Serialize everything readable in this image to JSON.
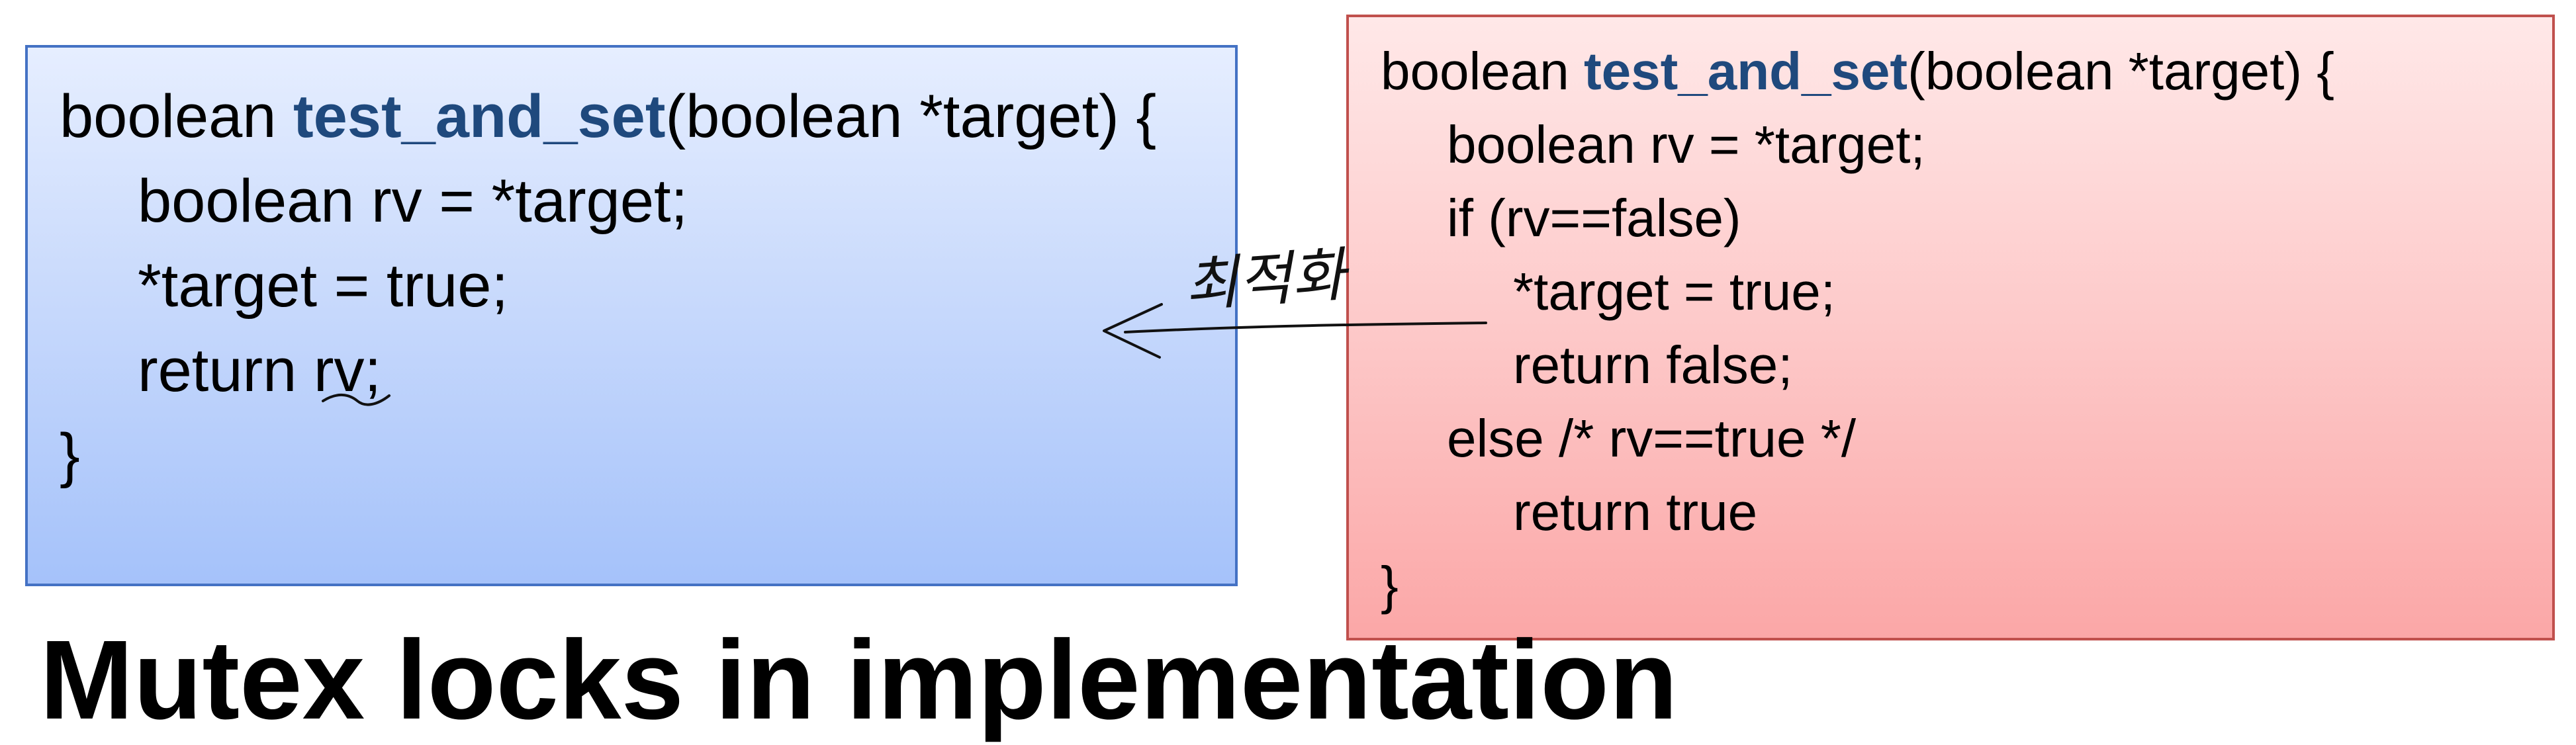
{
  "left_box": {
    "lines": [
      {
        "pre": "boolean ",
        "fn": "test_and_set",
        "post": "(boolean *target) {"
      },
      {
        "text": "boolean rv = *target;"
      },
      {
        "text": "*target = true;"
      },
      {
        "text": "return rv;"
      },
      {
        "text": "}"
      }
    ]
  },
  "right_box": {
    "lines": [
      {
        "pre": "boolean ",
        "fn": "test_and_set",
        "post": "(boolean *target) {"
      },
      {
        "text": "boolean rv = *target;"
      },
      {
        "text": "if (rv==false)"
      },
      {
        "text": "*target = true;"
      },
      {
        "text": "return false;"
      },
      {
        "text": "else /* rv==true */"
      },
      {
        "text": "return true"
      },
      {
        "text": "}"
      }
    ]
  },
  "annotation": {
    "handwritten_text": "최적화",
    "arrow": "arrow-left",
    "underline_target": "rv"
  },
  "bottom_partial_title": "Mutex locks in implementation"
}
